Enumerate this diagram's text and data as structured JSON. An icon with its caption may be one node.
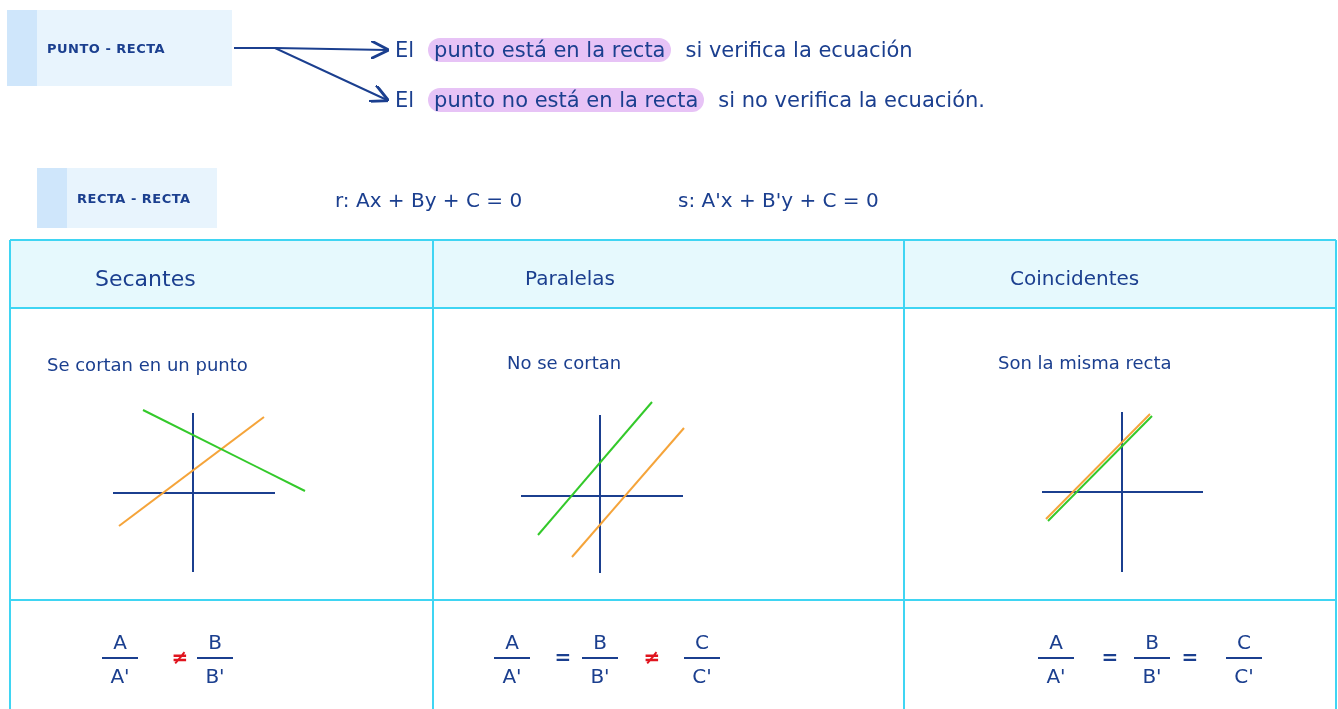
{
  "diagram": {
    "nodes": [
      {
        "text": [
          "PUNTO - RECTA"
        ]
      },
      {
        "text": [
          "El",
          "punto está en la recta",
          "si verifica la ecuación"
        ]
      },
      {
        "text": [
          "El",
          "punto no está en la recta",
          "si no verifica la ecuación."
        ]
      },
      {
        "text": [
          "RECTA - RECTA"
        ]
      }
    ],
    "edges": [
      {
        "from": 0,
        "to": 1,
        "arrow": "to"
      },
      {
        "from": 0,
        "to": 2,
        "arrow": "to"
      }
    ],
    "labels": [
      "r: Ax + By + C = 0",
      "s: A'x + B'y + C = 0",
      "Secantes",
      "Paralelas",
      "Coincidentes",
      "Se cortan en un punto",
      "No se cortan",
      "Son la misma recta",
      "A",
      "A'",
      "≠",
      "B",
      "B'",
      "A",
      "A'",
      "=",
      "B",
      "B'",
      "≠",
      "C",
      "C'",
      "A",
      "A'",
      "=",
      "B",
      "B'",
      "=",
      "C",
      "C'"
    ]
  }
}
